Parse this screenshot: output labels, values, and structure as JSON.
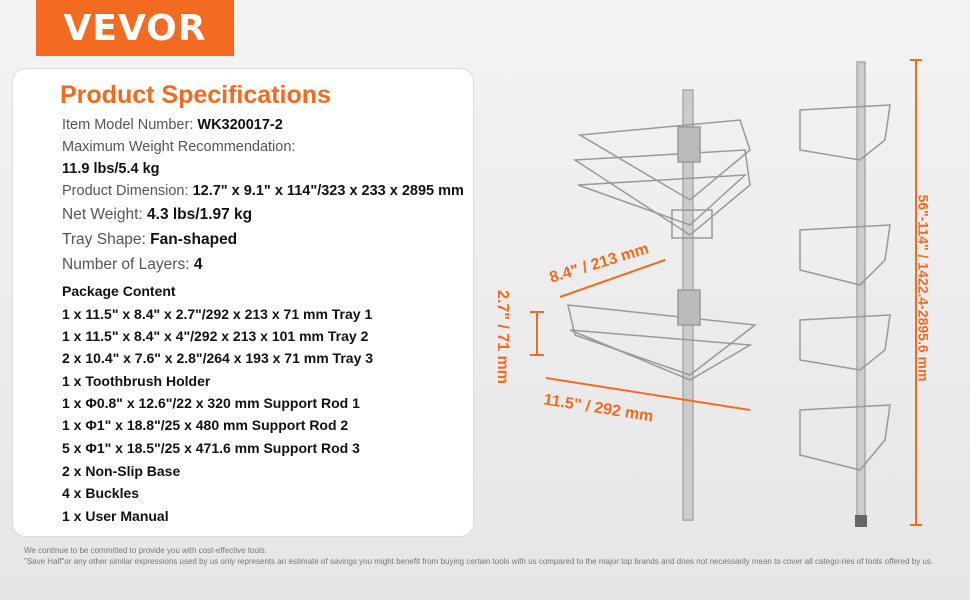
{
  "brand": "VEVOR",
  "title": "Product Specifications",
  "specs": [
    {
      "label": "Item Model Number: ",
      "value": "WK320017-2"
    },
    {
      "label": "Maximum Weight Recommendation:",
      "value": ""
    },
    {
      "label": "",
      "value": "11.9 lbs/5.4 kg"
    },
    {
      "label": "Product Dimension: ",
      "value": "12.7\" x 9.1\" x 114\"/323 x 233 x 2895 mm"
    },
    {
      "label": "Net Weight: ",
      "value": "4.3 lbs/1.97 kg"
    },
    {
      "label": "Tray Shape: ",
      "value": "Fan-shaped"
    },
    {
      "label": "Number of Layers: ",
      "value": "4"
    }
  ],
  "package_title": "Package Content",
  "package": [
    "1 x 11.5\" x 8.4\" x 2.7\"/292 x 213 x 71 mm Tray 1",
    "1 x 11.5\" x 8.4\" x 4\"/292 x 213 x 101 mm Tray 2",
    "2 x 10.4\" x 7.6\" x 2.8\"/264 x 193 x 71 mm Tray 3",
    "1 x Toothbrush Holder",
    "1 x Φ0.8\" x 12.6\"/22 x 320 mm Support Rod 1",
    "1 x Φ1\" x 18.8\"/25 x 480 mm Support Rod 2",
    "5 x Φ1\" x 18.5\"/25 x 471.6 mm Support Rod 3",
    "2 x Non-Slip Base",
    "4 x Buckles",
    "1 x User Manual"
  ],
  "dimensions": {
    "depth": "8.4\" / 213 mm",
    "height_tray": "2.7\" / 71 mm",
    "width": "11.5\" / 292 mm",
    "total_height": "56\"-114\" / 1422.4-2895.6 mm"
  },
  "footer": [
    "We continue to be committed to provide you with cost-effective tools.",
    "\"Save Half\"or any other similar expressions used by us only represents an estimate of savings you might benefit from buying certain tools with us compared to the major top brands and does not necessarily mean to cover all catego-ries of tools offered by us."
  ],
  "colors": {
    "accent": "#f26b21"
  }
}
